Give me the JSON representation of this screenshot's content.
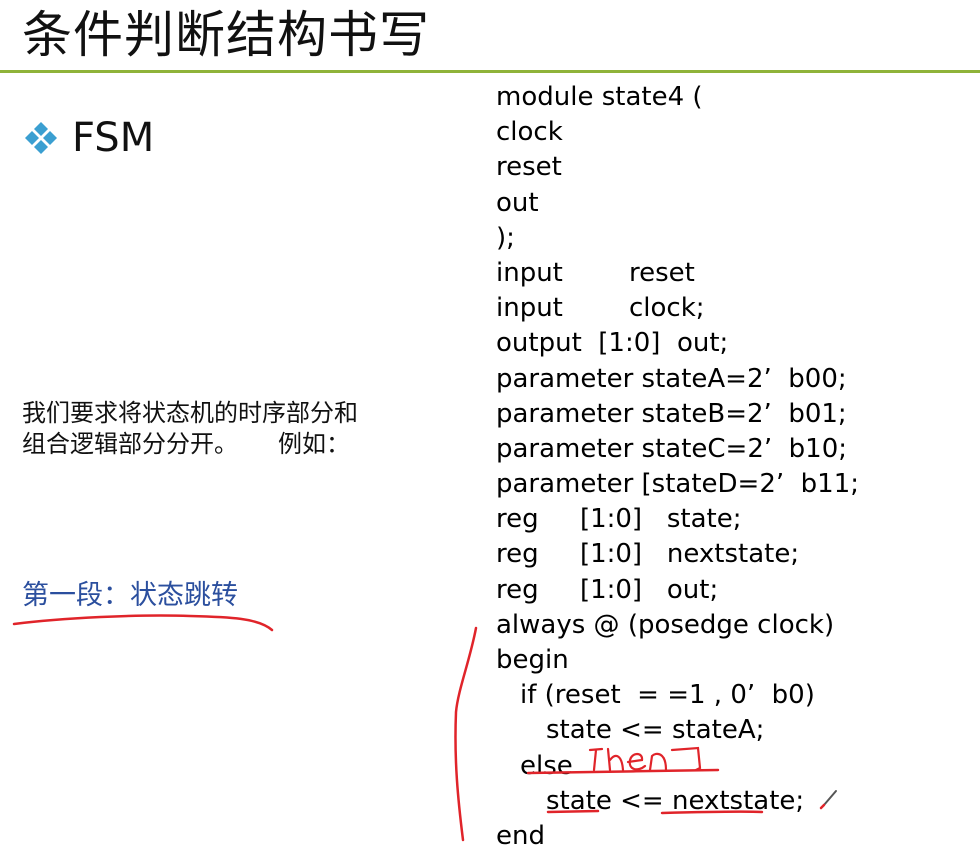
{
  "slide": {
    "title": "条件判断结构书写",
    "bullet": "FSM",
    "description_line1": "我们要求将状态机的时序部分和",
    "description_line2_a": "组合逻辑部分分开。",
    "description_line2_b": "例如：",
    "section_label": "第一段：状态跳转"
  },
  "colors": {
    "title_rule": "#8fb339",
    "bullet_icon": "#3b9fd1",
    "section_text": "#2b4f9e",
    "annotation_ink": "#e0242a"
  },
  "code": {
    "lines": [
      "module state4 (",
      "clock",
      "reset",
      "out",
      ");",
      "input        reset",
      "input        clock;",
      "output  [1:0]  out;",
      "parameter stateA=2’  b00;",
      "parameter stateB=2’  b01;",
      "parameter stateC=2’  b10;",
      "parameter [stateD=2’  b11;",
      "reg     [1:0]   state;",
      "reg     [1:0]   nextstate;",
      "reg     [1:0]   out;",
      "always @ (posedge clock)",
      "begin",
      "if (reset  = =1 , 0’  b0)",
      "state <= stateA;",
      "else",
      "state <= nextstate;",
      "end"
    ]
  },
  "annotations": {
    "handwritten_note": "then",
    "pen_icon": "pen-icon"
  }
}
